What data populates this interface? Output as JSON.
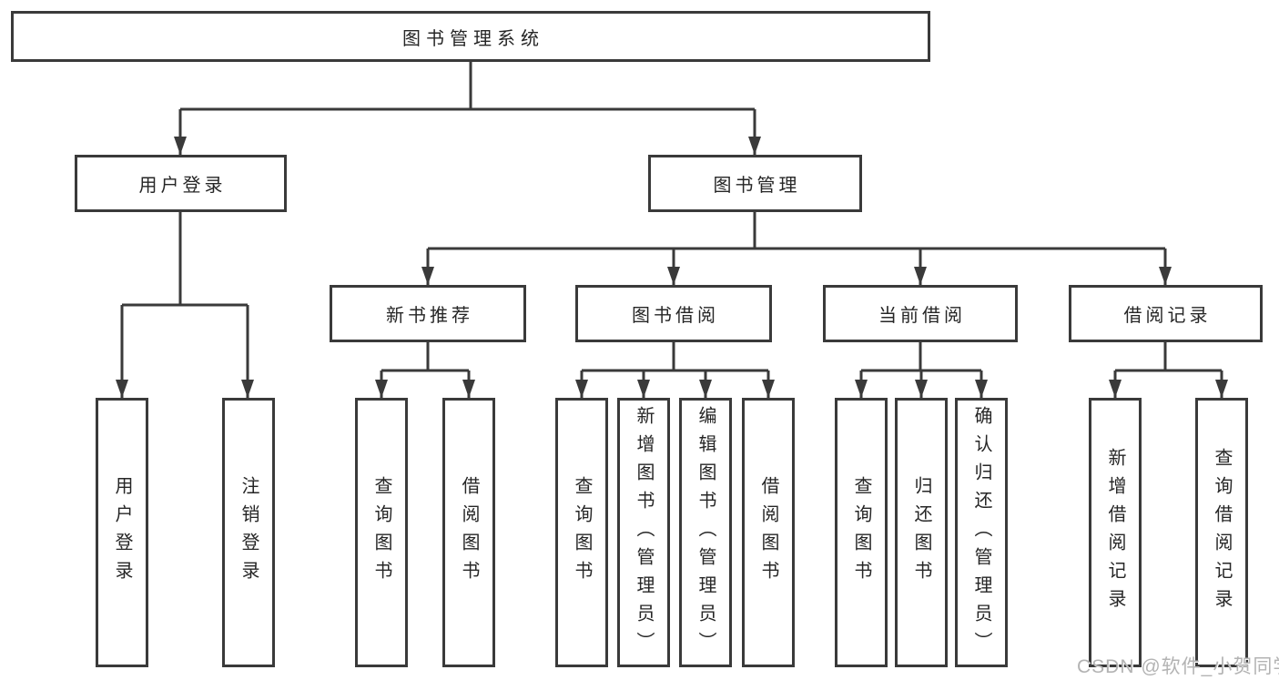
{
  "diagram": {
    "tree": {
      "root": {
        "id": "library-management-system",
        "label": "图书管理系统"
      },
      "level2": [
        {
          "id": "user-login",
          "label": "用户登录",
          "parent": "library-management-system"
        },
        {
          "id": "book-management",
          "label": "图书管理",
          "parent": "library-management-system"
        }
      ],
      "level3": [
        {
          "id": "new-book-recommendation",
          "label": "新书推荐",
          "parent": "book-management"
        },
        {
          "id": "book-borrowing",
          "label": "图书借阅",
          "parent": "book-management"
        },
        {
          "id": "current-borrowing",
          "label": "当前借阅",
          "parent": "book-management"
        },
        {
          "id": "borrowing-records",
          "label": "借阅记录",
          "parent": "book-management"
        }
      ],
      "leaves": [
        {
          "id": "user-login-leaf",
          "label": "用户登录",
          "parent": "user-login"
        },
        {
          "id": "logout",
          "label": "注销登录",
          "parent": "user-login"
        },
        {
          "id": "query-books-recommend",
          "label": "查询图书",
          "parent": "new-book-recommendation"
        },
        {
          "id": "borrow-books-recommend",
          "label": "借阅图书",
          "parent": "new-book-recommendation"
        },
        {
          "id": "query-books-borrow",
          "label": "查询图书",
          "parent": "book-borrowing"
        },
        {
          "id": "add-book-admin",
          "label": "新增图书（管理员）",
          "parent": "book-borrowing"
        },
        {
          "id": "edit-book-admin",
          "label": "编辑图书（管理员）",
          "parent": "book-borrowing"
        },
        {
          "id": "borrow-books-borrow",
          "label": "借阅图书",
          "parent": "book-borrowing"
        },
        {
          "id": "query-books-current",
          "label": "查询图书",
          "parent": "current-borrowing"
        },
        {
          "id": "return-books",
          "label": "归还图书",
          "parent": "current-borrowing"
        },
        {
          "id": "confirm-return-admin",
          "label": "确认归还（管理员）",
          "parent": "current-borrowing"
        },
        {
          "id": "add-borrow-record",
          "label": "新增借阅记录",
          "parent": "borrowing-records"
        },
        {
          "id": "query-borrow-record",
          "label": "查询借阅记录",
          "parent": "borrowing-records"
        }
      ]
    },
    "colors": {
      "line": "#3a3a3a",
      "box_border": "#3a3a3a",
      "text": "#262626",
      "watermark": "#b3b3b3",
      "background": "#ffffff"
    }
  },
  "watermark": {
    "text": "CSDN @软件_小贺同学"
  }
}
